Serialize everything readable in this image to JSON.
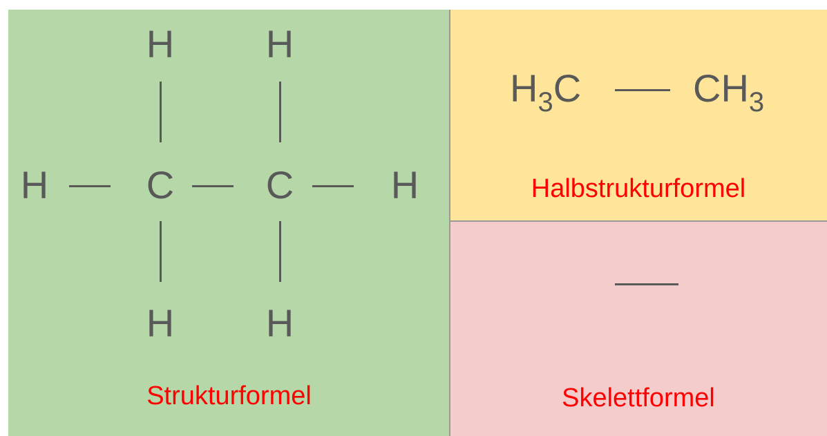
{
  "colors": {
    "struktur_bg": "#b6d7a8",
    "halb_bg": "#ffe599",
    "skelett_bg": "#f4cccc",
    "divider": "#999999",
    "atom_text": "#595959",
    "caption_text": "#ff0000"
  },
  "struktur": {
    "caption": "Strukturformel",
    "atoms": {
      "h_top_left": "H",
      "h_top_right": "H",
      "h_left": "H",
      "c_left": "C",
      "c_right": "C",
      "h_right": "H",
      "h_bottom_left": "H",
      "h_bottom_right": "H"
    }
  },
  "halb": {
    "caption": "Halbstrukturformel",
    "left_group": {
      "element": "H",
      "subscript": "3",
      "tail": "C"
    },
    "right_group": {
      "element": "CH",
      "subscript": "3"
    }
  },
  "skelett": {
    "caption": "Skelettformel"
  }
}
